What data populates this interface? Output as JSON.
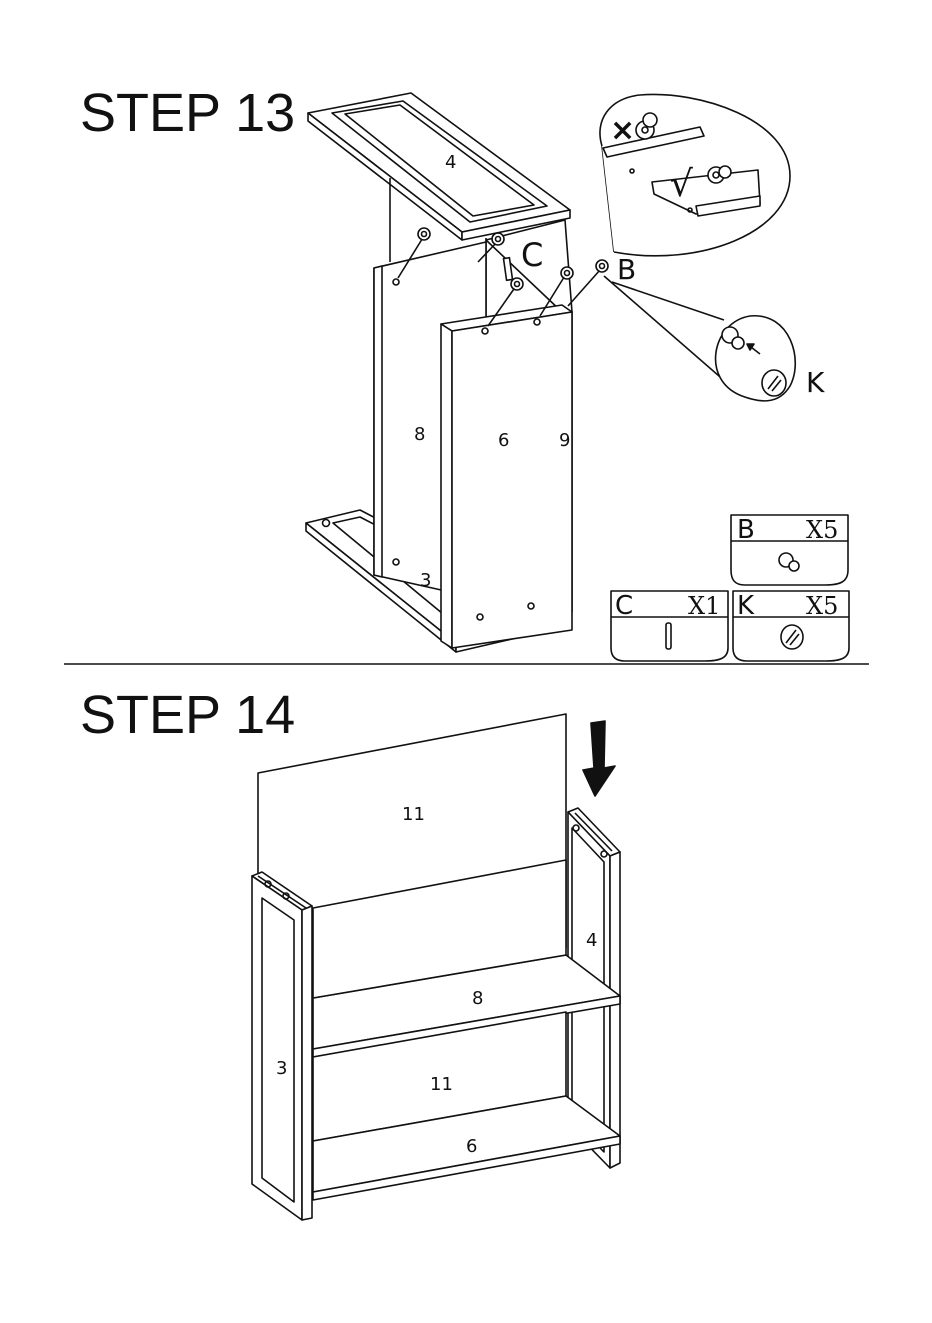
{
  "step13": {
    "title": "STEP 13",
    "panel_labels": {
      "top": "4",
      "left": "8",
      "front": "6",
      "right": "9",
      "bottom": "3"
    },
    "callouts": {
      "c": "C",
      "b": "B",
      "k": "K"
    },
    "detail": {
      "wrong_mark": "×",
      "right_mark": "√"
    },
    "parts": [
      {
        "letter": "B",
        "qty": "X5"
      },
      {
        "letter": "C",
        "qty": "X1"
      },
      {
        "letter": "K",
        "qty": "X5"
      }
    ]
  },
  "step14": {
    "title": "STEP 14",
    "panel_labels": {
      "back": "11",
      "right_side": "4",
      "shelf_top": "8",
      "back_lower": "11",
      "shelf_bottom": "6",
      "left_side": "3"
    }
  }
}
